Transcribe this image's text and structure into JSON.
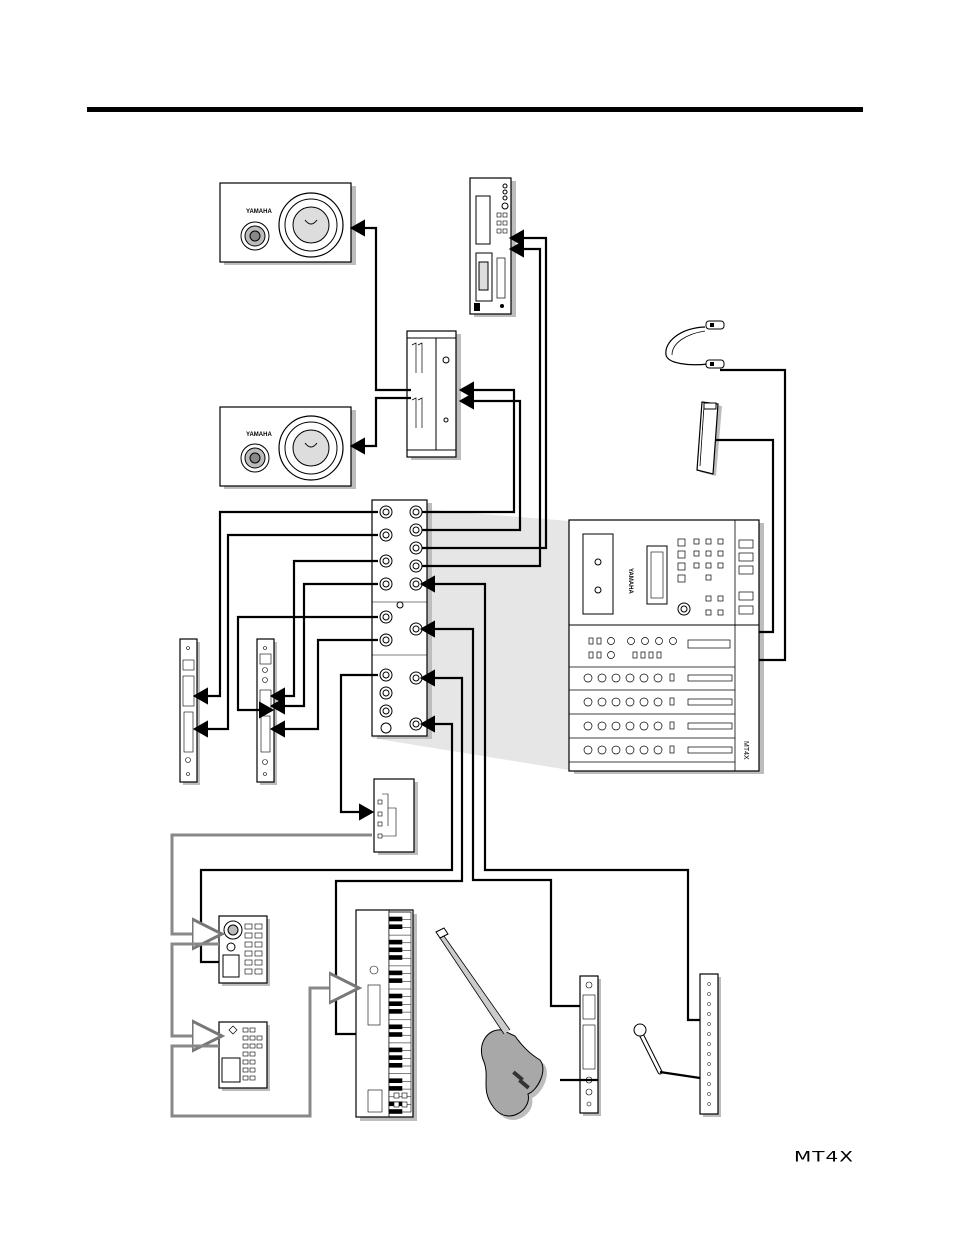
{
  "page": {
    "model_logo": "MT4X",
    "speaker_brand": "YAMAHA",
    "mixer_brand": "YAMAHA",
    "mixer_model": "MT4X"
  },
  "colors": {
    "line": "#000000",
    "shadow": "#bdbdbd",
    "cable_gray": "#9a9a9a",
    "guitar_fill": "#a8a8a8"
  },
  "nodes": [
    {
      "id": "monitor-speaker-1",
      "label": ""
    },
    {
      "id": "monitor-speaker-2",
      "label": ""
    },
    {
      "id": "power-amplifier",
      "label": ""
    },
    {
      "id": "cassette-deck",
      "label": ""
    },
    {
      "id": "patch-bay",
      "label": ""
    },
    {
      "id": "effects-unit-1",
      "label": ""
    },
    {
      "id": "effects-unit-2",
      "label": ""
    },
    {
      "id": "foot-switch",
      "label": ""
    },
    {
      "id": "headphones",
      "label": ""
    },
    {
      "id": "mt4x-multitrack",
      "label": ""
    },
    {
      "id": "drum-machine",
      "label": ""
    },
    {
      "id": "sequencer",
      "label": ""
    },
    {
      "id": "synthesizer",
      "label": ""
    },
    {
      "id": "electric-guitar",
      "label": ""
    },
    {
      "id": "compressor",
      "label": ""
    },
    {
      "id": "microphone",
      "label": ""
    },
    {
      "id": "microphone-preamp",
      "label": ""
    }
  ]
}
